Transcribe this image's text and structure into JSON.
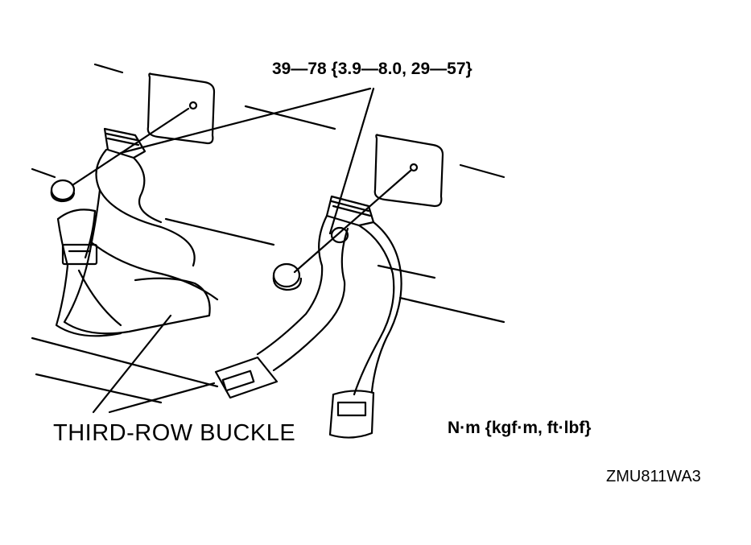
{
  "labels": {
    "torque_spec": "39—78 {3.9—8.0, 29—57}",
    "third_row_buckle": "THIRD-ROW BUCKLE",
    "units": "N·m {kgf·m, ft·lbf}",
    "figure_id": "ZMU811WA3"
  },
  "colors": {
    "ink": "#000000",
    "paper": "#ffffff"
  }
}
